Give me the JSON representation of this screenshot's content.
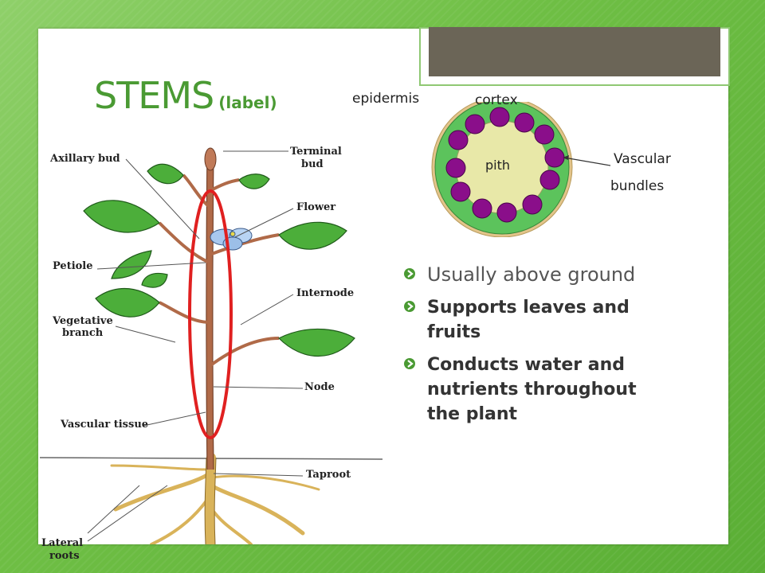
{
  "title": {
    "main": "STEMS",
    "sub": "(label)"
  },
  "plant_labels": {
    "axillary_bud": "Axillary bud",
    "terminal_bud_1": "Terminal",
    "terminal_bud_2": "bud",
    "flower": "Flower",
    "petiole": "Petiole",
    "internode": "Internode",
    "vegetative_1": "Vegetative",
    "vegetative_2": "branch",
    "node": "Node",
    "vascular_tissue": "Vascular tissue",
    "taproot": "Taproot",
    "lateral_1": "Lateral",
    "lateral_2": "roots"
  },
  "cross_section": {
    "epidermis": "epidermis",
    "cortex": "cortex",
    "pith": "pith",
    "vascular_1": "Vascular",
    "vascular_2": "bundles"
  },
  "bullets": [
    "Usually above ground",
    "Supports leaves and fruits",
    "Conducts water and nutrients throughout the plant"
  ],
  "colors": {
    "title": "#4a9a33",
    "cortex": "#5cc35c",
    "pith": "#e8e8a8",
    "bundle": "#8a0e8a",
    "highlight": "#e02020"
  }
}
